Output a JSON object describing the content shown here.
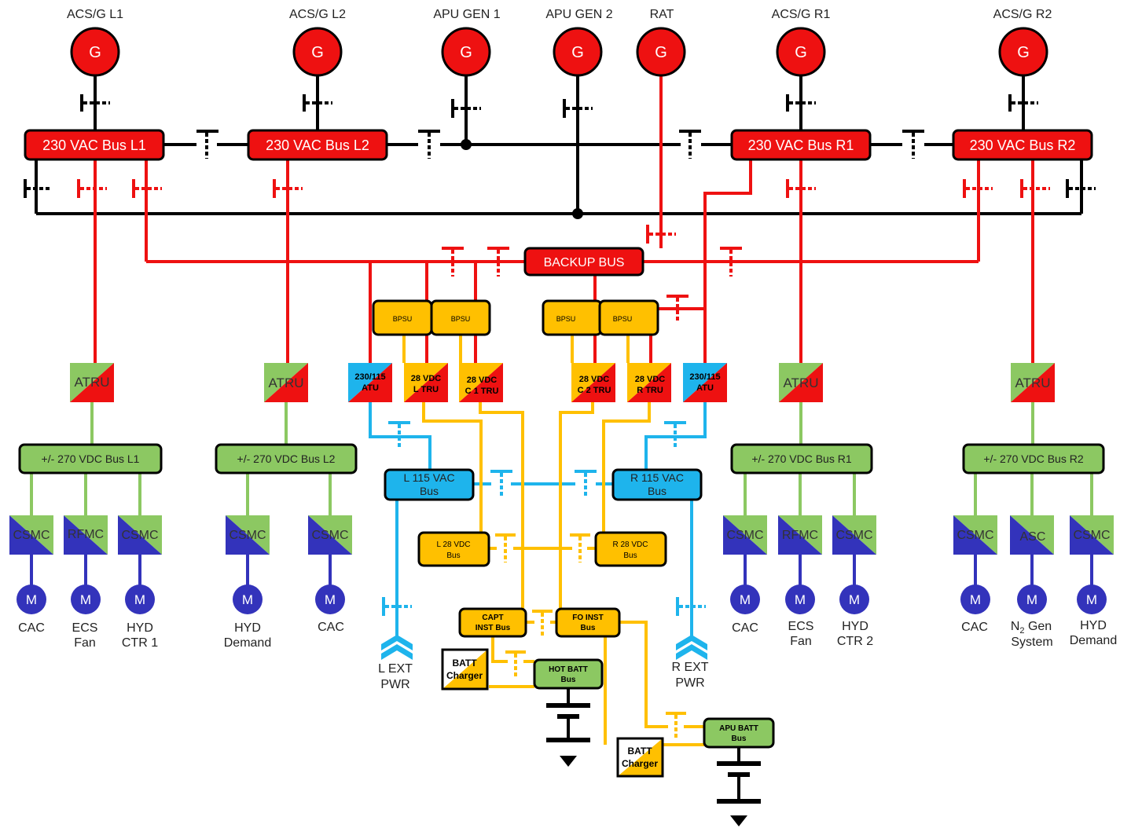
{
  "colors": {
    "red": "#ee1111",
    "black": "#000000",
    "green": "#8cc862",
    "yellow": "#ffc000",
    "blue": "#1eb4ec",
    "motor_blue": "#3333bb",
    "white": "#ffffff"
  },
  "generators": {
    "acsg_l1": {
      "label": "ACS/G L1",
      "symbol": "G"
    },
    "acsg_l2": {
      "label": "ACS/G L2",
      "symbol": "G"
    },
    "apu_gen_1": {
      "label": "APU GEN 1",
      "symbol": "G"
    },
    "apu_gen_2": {
      "label": "APU GEN 2",
      "symbol": "G"
    },
    "rat": {
      "label": "RAT",
      "symbol": "G"
    },
    "acsg_r1": {
      "label": "ACS/G R1",
      "symbol": "G"
    },
    "acsg_r2": {
      "label": "ACS/G R2",
      "symbol": "G"
    }
  },
  "ac_buses": {
    "l1": "230 VAC Bus L1",
    "l2": "230 VAC Bus L2",
    "r1": "230 VAC Bus R1",
    "r2": "230 VAC Bus R2",
    "backup": "BACKUP BUS"
  },
  "bpsu": {
    "a": "BPSU",
    "b": "BPSU",
    "c": "BPSU",
    "d": "BPSU"
  },
  "converters": {
    "atru_l1": "ATRU",
    "atru_l2": "ATRU",
    "atru_r1": "ATRU",
    "atru_r2": "ATRU",
    "atu_l": {
      "line1": "230/115",
      "line2": "ATU"
    },
    "tru_l": {
      "line1": "28 VDC",
      "line2": "L TRU"
    },
    "tru_c1": {
      "line1": "28 VDC",
      "line2": "C 1 TRU"
    },
    "tru_c2": {
      "line1": "28 VDC",
      "line2": "C 2 TRU"
    },
    "tru_r": {
      "line1": "28 VDC",
      "line2": "R TRU"
    },
    "atu_r": {
      "line1": "230/115",
      "line2": "ATU"
    }
  },
  "dc270_buses": {
    "l1": "+/- 270 VDC Bus L1",
    "l2": "+/- 270 VDC Bus L2",
    "r1": "+/- 270 VDC Bus R1",
    "r2": "+/- 270 VDC Bus R2"
  },
  "ac115_buses": {
    "l": {
      "line1": "L 115 VAC",
      "line2": "Bus"
    },
    "r": {
      "line1": "R 115 VAC",
      "line2": "Bus"
    }
  },
  "dc28_buses": {
    "l": {
      "line1": "L 28 VDC",
      "line2": "Bus"
    },
    "r": {
      "line1": "R 28 VDC",
      "line2": "Bus"
    },
    "capt": {
      "line1": "CAPT",
      "line2": "INST Bus"
    },
    "fo": {
      "line1": "FO INST",
      "line2": "Bus"
    },
    "hot_batt": {
      "line1": "HOT BATT",
      "line2": "Bus"
    },
    "apu_batt": {
      "line1": "APU BATT",
      "line2": "Bus"
    }
  },
  "chargers": {
    "a": {
      "line1": "BATT",
      "line2": "Charger"
    },
    "b": {
      "line1": "BATT",
      "line2": "Charger"
    }
  },
  "controllers": {
    "l1a": "CSMC",
    "l1b": "RFMC",
    "l1c": "CSMC",
    "l2a": "CSMC",
    "l2b": "CSMC",
    "r1a": "CSMC",
    "r1b": "RFMC",
    "r1c": "CSMC",
    "r2a": "CSMC",
    "r2b": "ASC",
    "r2c": "CSMC"
  },
  "motors": {
    "l1a": {
      "symbol": "M",
      "line1": "CAC",
      "line2": ""
    },
    "l1b": {
      "symbol": "M",
      "line1": "ECS",
      "line2": "Fan"
    },
    "l1c": {
      "symbol": "M",
      "line1": "HYD",
      "line2": "CTR 1"
    },
    "l2a": {
      "symbol": "M",
      "line1": "HYD",
      "line2": "Demand"
    },
    "l2b": {
      "symbol": "M",
      "line1": "CAC",
      "line2": ""
    },
    "r1a": {
      "symbol": "M",
      "line1": "CAC",
      "line2": ""
    },
    "r1b": {
      "symbol": "M",
      "line1": "ECS",
      "line2": "Fan"
    },
    "r1c": {
      "symbol": "M",
      "line1": "HYD",
      "line2": "CTR 2"
    },
    "r2a": {
      "symbol": "M",
      "line1": "CAC",
      "line2": ""
    },
    "r2b": {
      "symbol": "M",
      "line1a": "N",
      "line1sub": "2",
      "line1b": " Gen",
      "line2": "System"
    },
    "r2c": {
      "symbol": "M",
      "line1": "HYD",
      "line2": "Demand"
    }
  },
  "ext_power": {
    "l": {
      "line1": "L EXT",
      "line2": "PWR"
    },
    "r": {
      "line1": "R EXT",
      "line2": "PWR"
    }
  }
}
